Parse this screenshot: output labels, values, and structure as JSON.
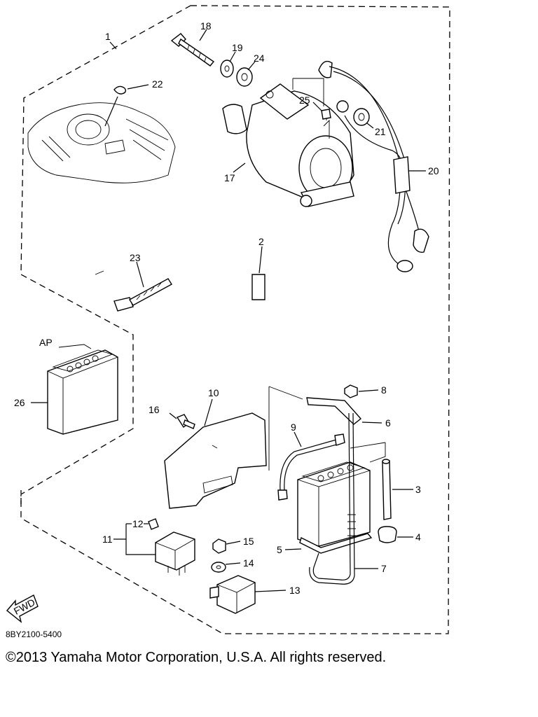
{
  "diagram": {
    "callouts": [
      "1",
      "2",
      "3",
      "4",
      "5",
      "6",
      "7",
      "8",
      "9",
      "10",
      "11",
      "12",
      "13",
      "14",
      "15",
      "16",
      "17",
      "18",
      "19",
      "20",
      "21",
      "22",
      "23",
      "24",
      "25",
      "26"
    ],
    "group_label": "AP",
    "fwd_label": "FWD"
  },
  "footer": {
    "code": "8BY2100-5400",
    "copyright": "©2013 Yamaha Motor Corporation, U.S.A. All rights reserved."
  }
}
